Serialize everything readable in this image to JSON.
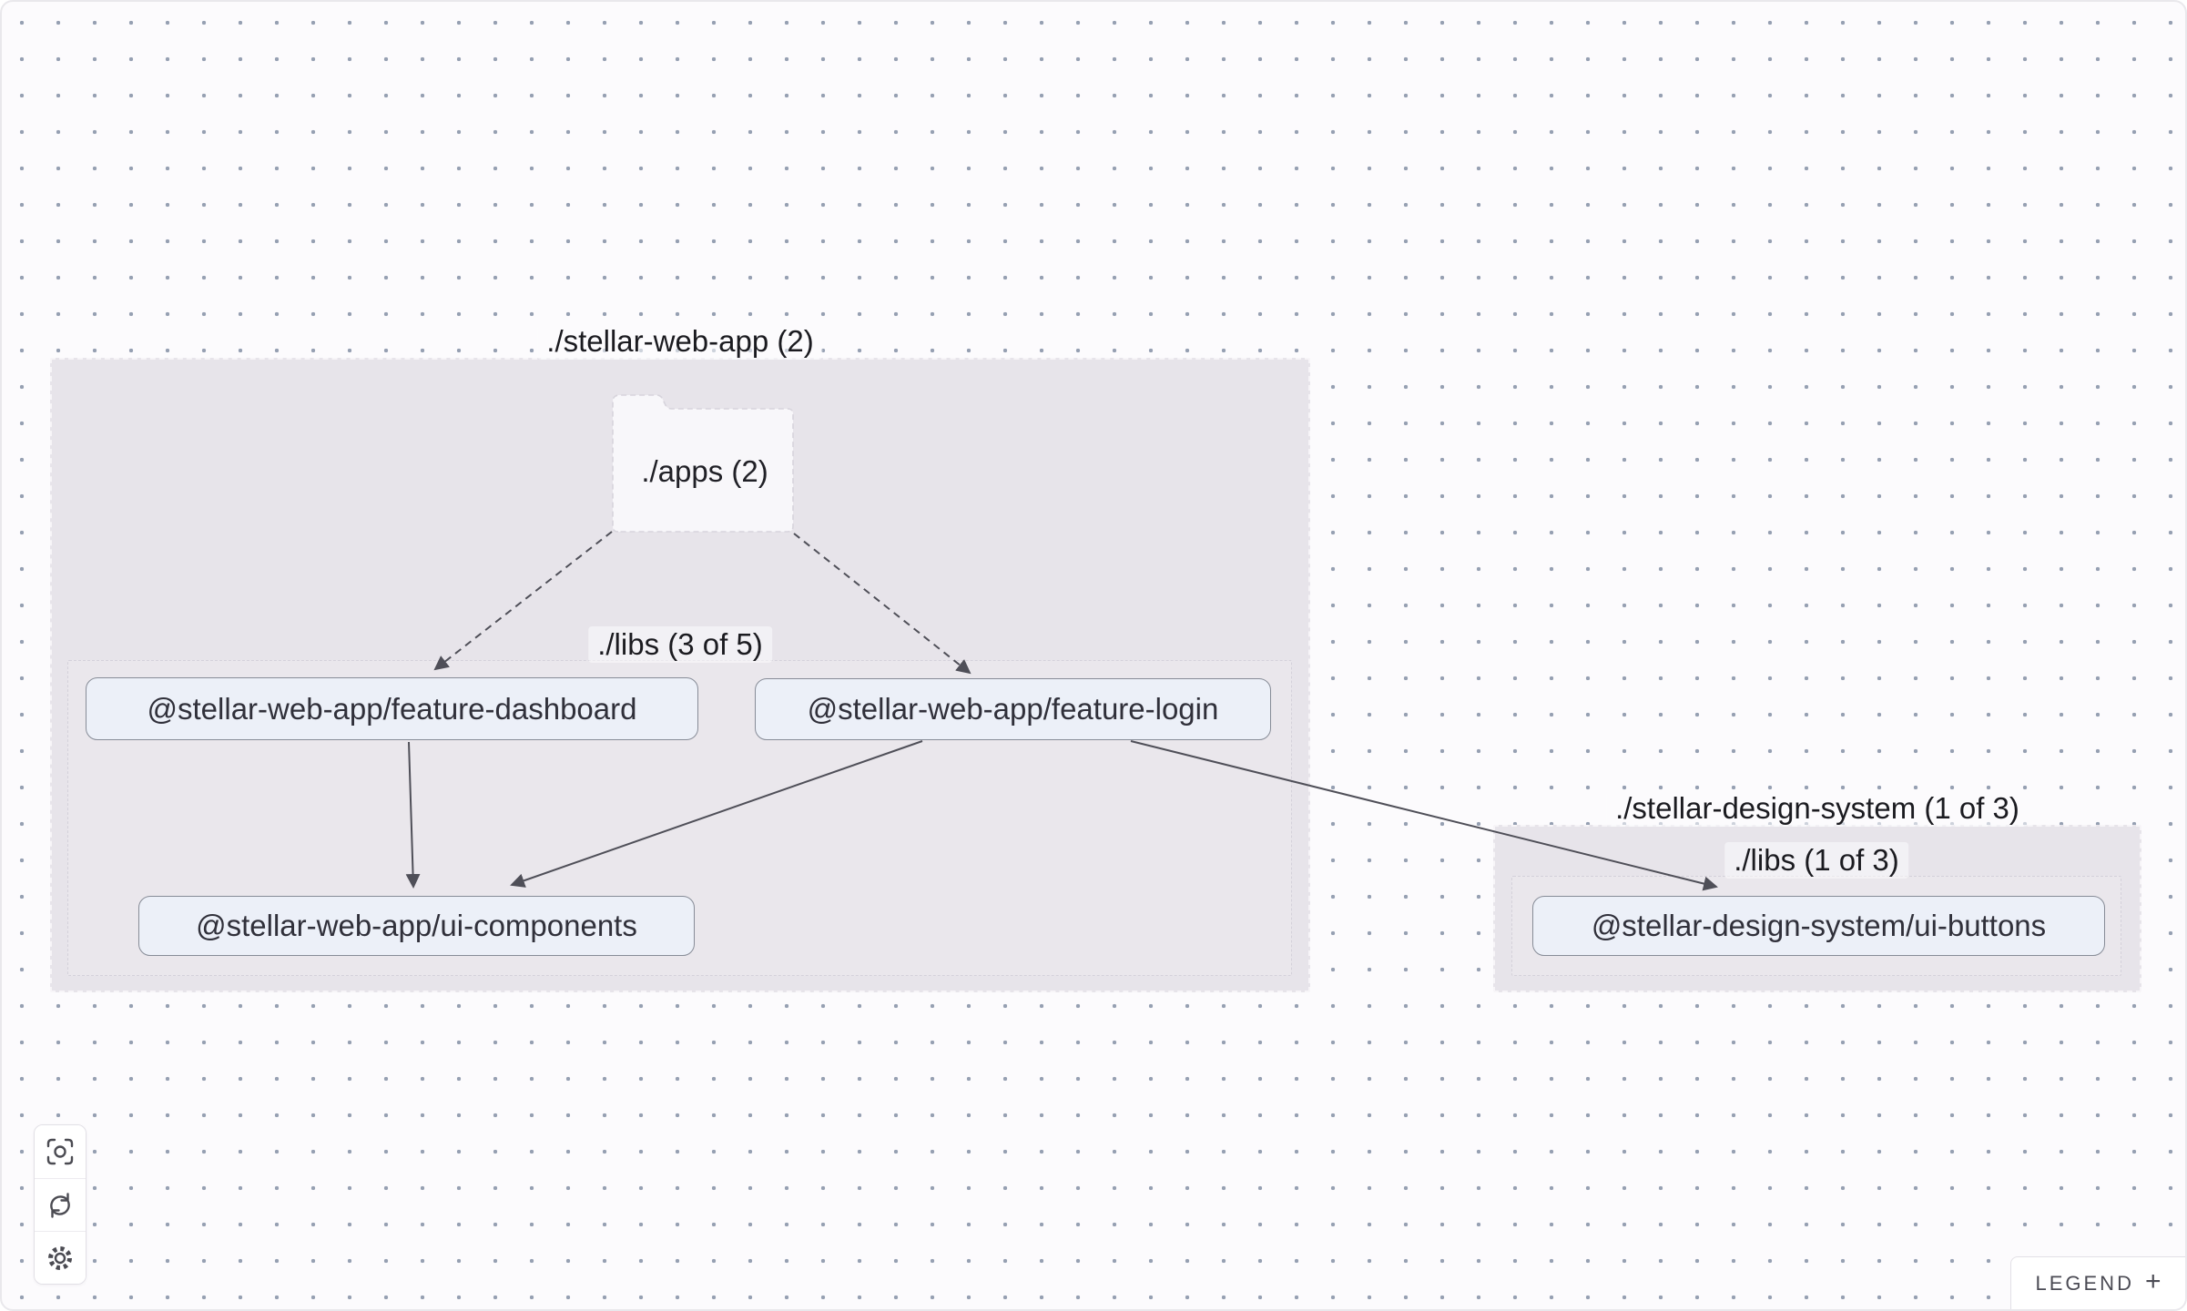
{
  "graph": {
    "groups": [
      {
        "id": "stellar-web-app",
        "label": "./stellar-web-app (2)"
      },
      {
        "id": "stellar-web-app-libs",
        "label": "./libs (3 of 5)"
      },
      {
        "id": "stellar-design-system",
        "label": "./stellar-design-system (1 of 3)"
      },
      {
        "id": "stellar-design-system-libs",
        "label": "./libs (1 of 3)"
      }
    ],
    "folders": [
      {
        "id": "apps",
        "label": "./apps (2)"
      }
    ],
    "nodes": [
      {
        "id": "feature-dashboard",
        "label": "@stellar-web-app/feature-dashboard"
      },
      {
        "id": "feature-login",
        "label": "@stellar-web-app/feature-login"
      },
      {
        "id": "ui-components",
        "label": "@stellar-web-app/ui-components"
      },
      {
        "id": "ui-buttons",
        "label": "@stellar-design-system/ui-buttons"
      }
    ],
    "edges": [
      {
        "source": "./apps (2)",
        "target": "@stellar-web-app/feature-dashboard",
        "style": "dashed"
      },
      {
        "source": "./apps (2)",
        "target": "@stellar-web-app/feature-login",
        "style": "dashed"
      },
      {
        "source": "@stellar-web-app/feature-dashboard",
        "target": "@stellar-web-app/ui-components",
        "style": "solid"
      },
      {
        "source": "@stellar-web-app/feature-login",
        "target": "@stellar-web-app/ui-components",
        "style": "solid"
      },
      {
        "source": "@stellar-web-app/feature-login",
        "target": "@stellar-design-system/ui-buttons",
        "style": "solid"
      }
    ]
  },
  "toolbar": {
    "buttons": [
      {
        "name": "focus",
        "icon": "focus-icon"
      },
      {
        "name": "refresh",
        "icon": "refresh-icon"
      },
      {
        "name": "settings",
        "icon": "gear-icon"
      }
    ]
  },
  "legend": {
    "label": "LEGEND",
    "expand_icon": "+"
  },
  "colors": {
    "canvas_bg": "#fcfbfd",
    "dot": "#96a0b2",
    "group_fill": "#e7e4ea",
    "node_fill": "#ecf0f8",
    "node_border": "#878c97",
    "edge": "#4f4f58",
    "text": "#1b1b20"
  }
}
